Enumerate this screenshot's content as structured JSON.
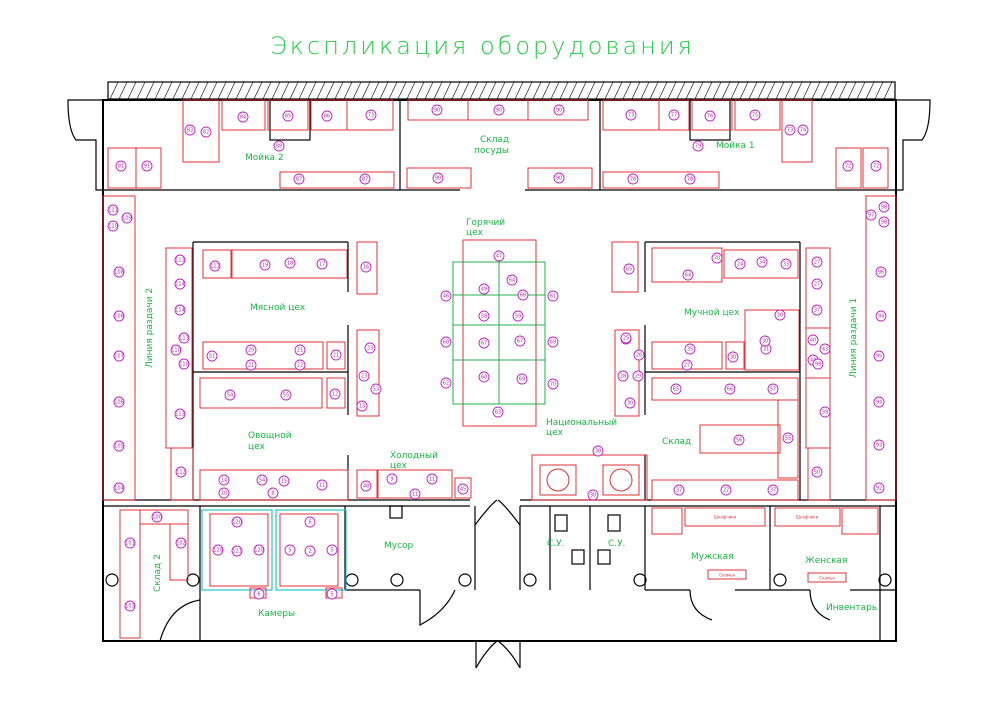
{
  "title": "Экспликация оборудования",
  "colors": {
    "walls": "#000000",
    "equipment": "#e0303a",
    "labels": "#16b83e",
    "markers": "#c020c0",
    "cold_rooms": "#20c8d0"
  },
  "rooms": [
    {
      "key": "sklad_posudy",
      "text": "Склад\nпосуды"
    },
    {
      "key": "moika2",
      "text": "Мойка 2"
    },
    {
      "key": "moika1",
      "text": "Мойка 1"
    },
    {
      "key": "goryachiy",
      "text": "Горячий\nцех"
    },
    {
      "key": "myasnoy",
      "text": "Мясной цех"
    },
    {
      "key": "muchnoy",
      "text": "Мучной цех"
    },
    {
      "key": "liniya2",
      "text": "Линия раздачи 2"
    },
    {
      "key": "liniya1",
      "text": "Линия раздачи 1"
    },
    {
      "key": "ovoshnoy",
      "text": "Овощной\nцех"
    },
    {
      "key": "holodny",
      "text": "Холодный\nцех"
    },
    {
      "key": "nacionalny",
      "text": "Национальный\nцех"
    },
    {
      "key": "sklad",
      "text": "Склад"
    },
    {
      "key": "sklad2",
      "text": "Склад 2"
    },
    {
      "key": "musor",
      "text": "Мусор"
    },
    {
      "key": "su1",
      "text": "С.У."
    },
    {
      "key": "su2",
      "text": "С.У."
    },
    {
      "key": "muzhskaya",
      "text": "Мужская"
    },
    {
      "key": "zhenskaya",
      "text": "Женская"
    },
    {
      "key": "kamery",
      "text": "Камеры"
    },
    {
      "key": "inventar",
      "text": "Инвентарь"
    }
  ],
  "fixtures": {
    "wardrobe": "Шкафчики",
    "bench": "Скамья"
  },
  "markers": [
    "83",
    "82",
    "84",
    "85",
    "86",
    "73",
    "90",
    "90",
    "90",
    "73",
    "77",
    "76",
    "75",
    "73",
    "74",
    "88",
    "79",
    "81",
    "91",
    "87",
    "87",
    "90",
    "90",
    "78",
    "78",
    "72",
    "72",
    "111",
    "109",
    "110",
    "108",
    "106",
    "107",
    "106",
    "105",
    "104",
    "113",
    "114",
    "114",
    "113",
    "110",
    "110",
    "113",
    "112",
    "111",
    "19",
    "18",
    "17",
    "16",
    "51",
    "20",
    "21",
    "21",
    "21",
    "22",
    "23",
    "23",
    "53",
    "54",
    "55",
    "12",
    "13",
    "14",
    "54",
    "15",
    "11",
    "10",
    "8",
    "9",
    "11",
    "11",
    "48",
    "45",
    "47",
    "46",
    "49",
    "64",
    "68",
    "61",
    "58",
    "59",
    "68",
    "67",
    "67",
    "69",
    "62",
    "60",
    "69",
    "70",
    "63",
    "65",
    "70",
    "64",
    "24",
    "34",
    "33",
    "32",
    "35",
    "31",
    "30",
    "30",
    "30",
    "27",
    "25",
    "26",
    "29",
    "28",
    "30",
    "65",
    "66",
    "57",
    "56",
    "55",
    "37",
    "27",
    "37",
    "38",
    "38",
    "27",
    "27",
    "37",
    "40",
    "43",
    "44",
    "39",
    "50",
    "98",
    "97",
    "98",
    "96",
    "94",
    "95",
    "94",
    "93",
    "92",
    "99",
    "100",
    "101",
    "102",
    "103",
    "120",
    "120",
    "121",
    "120",
    "6",
    "5",
    "2",
    "5",
    "6",
    "5",
    "2",
    "5",
    "4",
    "3"
  ]
}
